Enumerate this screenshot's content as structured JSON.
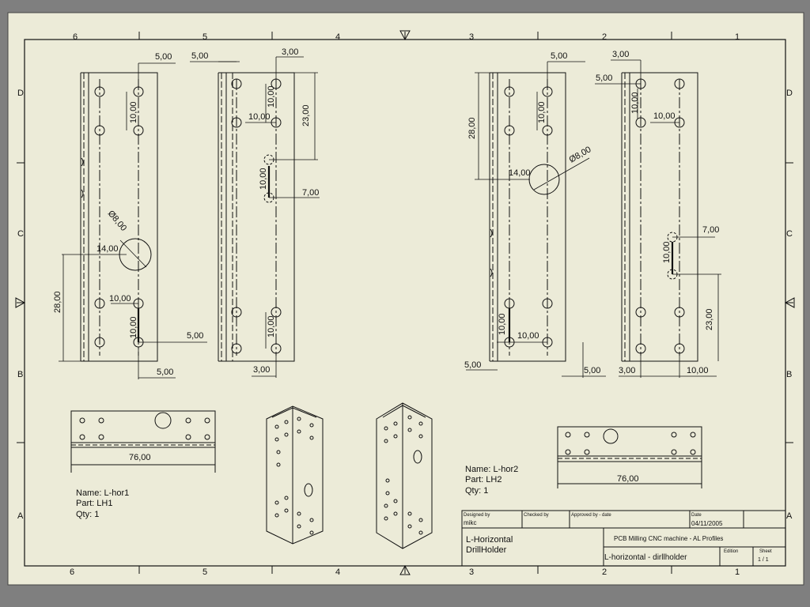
{
  "zones": {
    "columns": [
      "6",
      "5",
      "4",
      "3",
      "2",
      "1"
    ],
    "rows": [
      "D",
      "C",
      "B",
      "A"
    ]
  },
  "dims": {
    "d5": "5,00",
    "d3": "3,00",
    "d10": "10,00",
    "d14": "14,00",
    "d28": "28,00",
    "d23": "23,00",
    "d7": "7,00",
    "dia8": "Ø8,00",
    "len76": "76,00"
  },
  "parts": [
    {
      "name": "Name: L-hor1",
      "part": "Part: LH1",
      "qty": "Qty: 1"
    },
    {
      "name": "Name: L-hor2",
      "part": "Part: LH2",
      "qty": "Qty: 1"
    }
  ],
  "title_block": {
    "designed_by_label": "Designed by",
    "designed_by": "mikc",
    "checked_by_label": "Checked by",
    "approved_label": "Approved by - date",
    "date_label": "Date",
    "date": "04/11/2005",
    "title_line1": "L-Horizontal",
    "title_line2": "DrillHolder",
    "project": "PCB Milling CNC machine - AL Profiles",
    "drawing_name": "L-horizontal - dirllholder",
    "edition_label": "Edition",
    "sheet_label": "Sheet",
    "sheet": "1 / 1"
  },
  "colors": {
    "paper": "#ecebd8",
    "frame_bg": "#7f7f7f",
    "ink": "#111111"
  }
}
